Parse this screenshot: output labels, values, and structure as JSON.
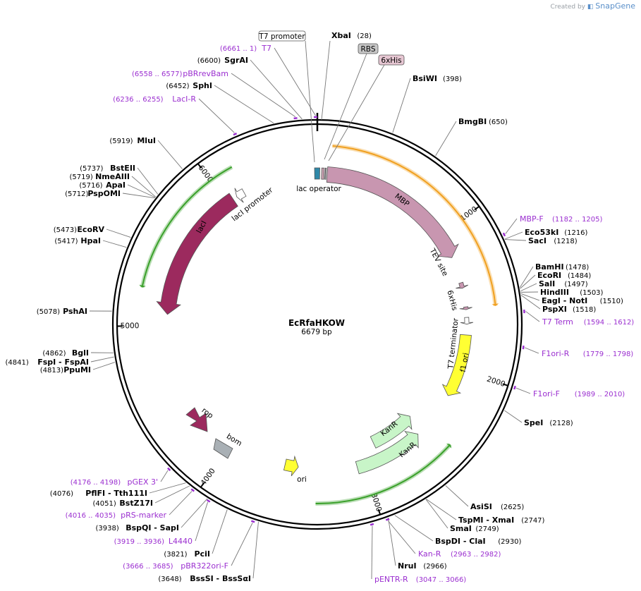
{
  "credit": {
    "prefix": "Created by",
    "brand": "SnapGene"
  },
  "plasmid": {
    "name": "EcRfaHKOW",
    "size_label": "6679 bp",
    "total_bp": 6679
  },
  "ticks": [
    {
      "bp": 1000,
      "label": "1000"
    },
    {
      "bp": 2000,
      "label": "2000"
    },
    {
      "bp": 3000,
      "label": "3000"
    },
    {
      "bp": 4000,
      "label": "4000"
    },
    {
      "bp": 5000,
      "label": "5000"
    },
    {
      "bp": 6000,
      "label": "6000"
    }
  ],
  "features": [
    {
      "name": "lac operator",
      "type": "box",
      "start": 6660,
      "end": 17,
      "color": "#2f88a8",
      "label": "lac operator"
    },
    {
      "name": "RBS",
      "type": "box",
      "start": 55,
      "end": 62,
      "color": "#9aa0a6",
      "label": ""
    },
    {
      "name": "6xHis (N)",
      "type": "box",
      "start": 30,
      "end": 48,
      "color": "#c9a0b0",
      "label": ""
    },
    {
      "name": "MBP",
      "type": "arrow",
      "start": 70,
      "end": 1180,
      "color": "#c896b0",
      "label": "MBP"
    },
    {
      "name": "TEV site",
      "type": "arrow",
      "start": 1370,
      "end": 1410,
      "color": "#c896b0",
      "label": "TEV site"
    },
    {
      "name": "6xHis",
      "type": "arrow",
      "start": 1545,
      "end": 1565,
      "color": "#c896b0",
      "label": "6xHis"
    },
    {
      "name": "T7 terminator",
      "type": "arrow",
      "start": 1620,
      "end": 1668,
      "color": "#ffffff",
      "label": "T7 terminator"
    },
    {
      "name": "f1 ori",
      "type": "arrow",
      "start": 1745,
      "end": 2200,
      "color": "#ffff33",
      "label": "f1 ori"
    },
    {
      "name": "KanR",
      "type": "arrow",
      "start": 2870,
      "end": 2500,
      "color": "#c8f5c8",
      "label": "KanR",
      "reverse": true
    },
    {
      "name": "KanR2",
      "type": "arrow",
      "start": 3050,
      "end": 2550,
      "color": "#c8f5c8",
      "label": "KanR",
      "reverse": true
    },
    {
      "name": "ori",
      "type": "arrow",
      "start": 3480,
      "end": 3580,
      "color": "#ffff33",
      "label": "ori"
    },
    {
      "name": "bom",
      "type": "box",
      "start": 3780,
      "end": 3830,
      "color": "#a9b0b5",
      "label": "bom"
    },
    {
      "name": "rop",
      "type": "arrow",
      "start": 4020,
      "end": 4070,
      "color": "#9c2a5e",
      "label": "rop"
    },
    {
      "name": "lacI",
      "type": "arrow",
      "start": 6050,
      "end": 5080,
      "color": "#9c2a5e",
      "label": "lacI"
    },
    {
      "name": "lacI promoter",
      "type": "arrow",
      "start": 6140,
      "end": 6080,
      "color": "#ffffff",
      "label": "lacI promoter"
    }
  ],
  "orfs": [
    {
      "name": "orf-mbp-outer",
      "start": 90,
      "end": 1560,
      "color": "#f0a020"
    },
    {
      "name": "orf-laci-outer",
      "start": 6150,
      "end": 5230,
      "color": "#3aa02a"
    },
    {
      "name": "orf-kan-outer",
      "start": 3350,
      "end": 2450,
      "color": "#3aa02a"
    }
  ],
  "top_labels": [
    {
      "text": "T7 promoter",
      "kind": "boxed",
      "color": "#ffffff"
    },
    {
      "text": "XbaI",
      "pos": "(28)",
      "kind": "site"
    },
    {
      "text": "RBS",
      "kind": "boxed",
      "color": "#c7c7c7"
    },
    {
      "text": "6xHis",
      "kind": "boxed",
      "color": "#e6c6d2"
    }
  ],
  "enzymes_right": [
    {
      "name": "BsiWI",
      "pos": "(398)"
    },
    {
      "name": "BmgBI",
      "pos": "(650)"
    },
    {
      "name": "Eco53kI",
      "pos": "(1216)"
    },
    {
      "name": "SacI",
      "pos": "(1218)"
    },
    {
      "name": "BamHI",
      "pos": "(1478)"
    },
    {
      "name": "EcoRI",
      "pos": "(1484)"
    },
    {
      "name": "SalI",
      "pos": "(1497)"
    },
    {
      "name": "HindIII",
      "pos": "(1503)"
    },
    {
      "name": "EagI - NotI",
      "pos": "(1510)"
    },
    {
      "name": "PspXI",
      "pos": "(1518)"
    },
    {
      "name": "SpeI",
      "pos": "(2128)"
    },
    {
      "name": "AsiSI",
      "pos": "(2625)"
    },
    {
      "name": "TspMI - XmaI",
      "pos": "(2747)"
    },
    {
      "name": "SmaI",
      "pos": "(2749)"
    },
    {
      "name": "BspDI - ClaI",
      "pos": "(2930)"
    },
    {
      "name": "NruI",
      "pos": "(2966)"
    }
  ],
  "enzymes_left": [
    {
      "name": "SgrAI",
      "pos": "(6600)"
    },
    {
      "name": "SphI",
      "pos": "(6452)"
    },
    {
      "name": "MluI",
      "pos": "(5919)"
    },
    {
      "name": "BstEII",
      "pos": "(5737)"
    },
    {
      "name": "NmeAIII",
      "pos": "(5719)"
    },
    {
      "name": "ApaI",
      "pos": "(5716)"
    },
    {
      "name": "PspOMI",
      "pos": "(5712)"
    },
    {
      "name": "EcoRV",
      "pos": "(5473)"
    },
    {
      "name": "HpaI",
      "pos": "(5417)"
    },
    {
      "name": "PshAI",
      "pos": "(5078)"
    },
    {
      "name": "BglI",
      "pos": "(4862)"
    },
    {
      "name": "FspI - FspAI",
      "pos": "(4841)"
    },
    {
      "name": "PpuMI",
      "pos": "(4813)"
    },
    {
      "name": "PflFI - Tth111I",
      "pos": "(4076)"
    },
    {
      "name": "BstZ17I",
      "pos": "(4051)"
    },
    {
      "name": "BspQI - SapI",
      "pos": "(3938)"
    },
    {
      "name": "PciI",
      "pos": "(3821)"
    },
    {
      "name": "BssSI - BssSαI",
      "pos": "(3648)"
    }
  ],
  "primers": [
    {
      "name": "T7",
      "range": "(6661 .. 1)"
    },
    {
      "name": "pBRrevBam",
      "range": "(6558 .. 6577)"
    },
    {
      "name": "LacI-R",
      "range": "(6236 .. 6255)"
    },
    {
      "name": "MBP-F",
      "range": "(1182 .. 1205)"
    },
    {
      "name": "T7 Term",
      "range": "(1594 .. 1612)"
    },
    {
      "name": "F1ori-R",
      "range": "(1779 .. 1798)"
    },
    {
      "name": "F1ori-F",
      "range": "(1989 .. 2010)"
    },
    {
      "name": "Kan-R",
      "range": "(2963 .. 2982)"
    },
    {
      "name": "pENTR-R",
      "range": "(3047 .. 3066)"
    },
    {
      "name": "pGEX 3'",
      "range": "(4176 .. 4198)"
    },
    {
      "name": "pRS-marker",
      "range": "(4016 .. 4035)"
    },
    {
      "name": "L4440",
      "range": "(3919 .. 3936)"
    },
    {
      "name": "pBR322ori-F",
      "range": "(3666 .. 3685)"
    }
  ]
}
